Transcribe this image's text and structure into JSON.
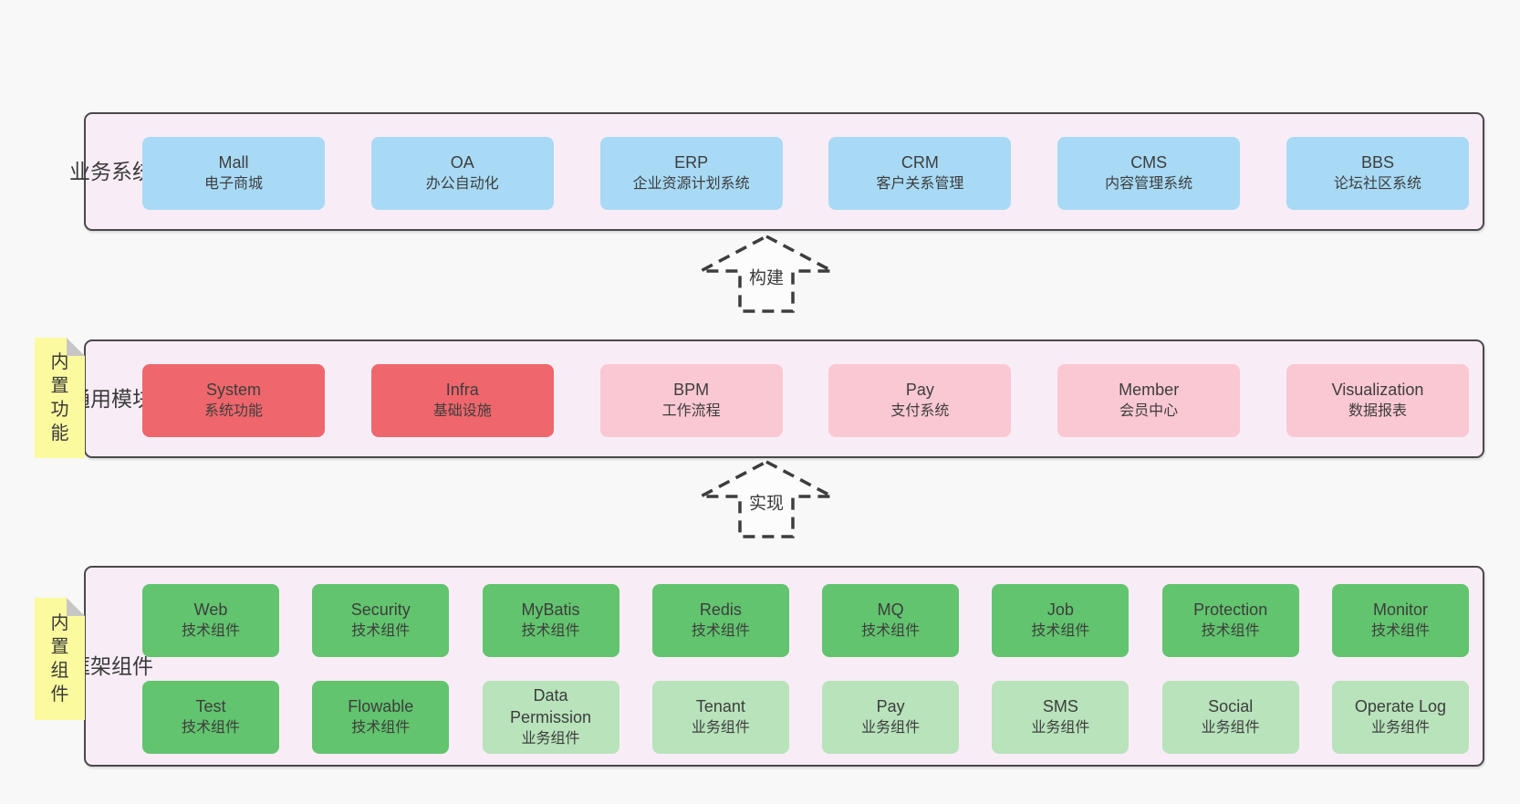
{
  "colors": {
    "background": "#f8f8f8",
    "band_fill": "#f8edf6",
    "band_border": "#4b484b",
    "blue": "#a8daf5",
    "red": "#ef676c",
    "pink": "#fac8d3",
    "green": "#62c46e",
    "lightgreen": "#b8e3bb",
    "sticky_yellow": "#fbfa9e",
    "text": "#3d3d3d"
  },
  "arrows": [
    {
      "label": "构建"
    },
    {
      "label": "实现"
    }
  ],
  "bands": {
    "business": {
      "label": "业务系统",
      "boxes": [
        {
          "title": "Mall",
          "subtitle": "电子商城",
          "variant": "blue"
        },
        {
          "title": "OA",
          "subtitle": "办公自动化",
          "variant": "blue"
        },
        {
          "title": "ERP",
          "subtitle": "企业资源计划系统",
          "variant": "blue"
        },
        {
          "title": "CRM",
          "subtitle": "客户关系管理",
          "variant": "blue"
        },
        {
          "title": "CMS",
          "subtitle": "内容管理系统",
          "variant": "blue"
        },
        {
          "title": "BBS",
          "subtitle": "论坛社区系统",
          "variant": "blue"
        }
      ]
    },
    "modules": {
      "label": "通用模块",
      "note": "内置功能",
      "boxes": [
        {
          "title": "System",
          "subtitle": "系统功能",
          "variant": "red"
        },
        {
          "title": "Infra",
          "subtitle": "基础设施",
          "variant": "red"
        },
        {
          "title": "BPM",
          "subtitle": "工作流程",
          "variant": "pink"
        },
        {
          "title": "Pay",
          "subtitle": "支付系统",
          "variant": "pink"
        },
        {
          "title": "Member",
          "subtitle": "会员中心",
          "variant": "pink"
        },
        {
          "title": "Visualization",
          "subtitle": "数据报表",
          "variant": "pink"
        }
      ]
    },
    "components": {
      "label": "框架组件",
      "note": "内置组件",
      "rows": [
        [
          {
            "title": "Web",
            "subtitle": "技术组件",
            "variant": "green"
          },
          {
            "title": "Security",
            "subtitle": "技术组件",
            "variant": "green"
          },
          {
            "title": "MyBatis",
            "subtitle": "技术组件",
            "variant": "green"
          },
          {
            "title": "Redis",
            "subtitle": "技术组件",
            "variant": "green"
          },
          {
            "title": "MQ",
            "subtitle": "技术组件",
            "variant": "green"
          },
          {
            "title": "Job",
            "subtitle": "技术组件",
            "variant": "green"
          },
          {
            "title": "Protection",
            "subtitle": "技术组件",
            "variant": "green"
          },
          {
            "title": "Monitor",
            "subtitle": "技术组件",
            "variant": "green"
          }
        ],
        [
          {
            "title": "Test",
            "subtitle": "技术组件",
            "variant": "green"
          },
          {
            "title": "Flowable",
            "subtitle": "技术组件",
            "variant": "green"
          },
          {
            "title": "Data Permission",
            "subtitle": "业务组件",
            "variant": "lightgreen"
          },
          {
            "title": "Tenant",
            "subtitle": "业务组件",
            "variant": "lightgreen"
          },
          {
            "title": "Pay",
            "subtitle": "业务组件",
            "variant": "lightgreen"
          },
          {
            "title": "SMS",
            "subtitle": "业务组件",
            "variant": "lightgreen"
          },
          {
            "title": "Social",
            "subtitle": "业务组件",
            "variant": "lightgreen"
          },
          {
            "title": "Operate Log",
            "subtitle": "业务组件",
            "variant": "lightgreen"
          }
        ]
      ]
    }
  }
}
